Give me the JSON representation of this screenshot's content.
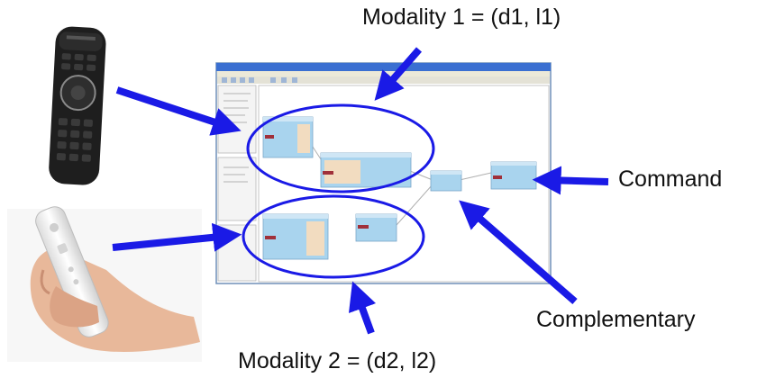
{
  "labels": {
    "modality1": "Modality 1 = (d1, l1)",
    "modality2": "Modality 2 = (d2, l2)",
    "command": "Command",
    "complementary": "Complementary"
  },
  "colors": {
    "arrow": "#1a1ae6",
    "ellipse": "#1a1ae6",
    "node_fill": "#a9d4ee",
    "node_header": "#cfe6f5",
    "window_title": "#3a6fd1",
    "remote_body": "#1e1e1e",
    "wiimote_body": "#f2f2f2",
    "skin": "#e8b89a"
  },
  "icons": {
    "remote": "tv-remote-control-photo",
    "wiimote": "wii-remote-in-hand-photo",
    "screenshot": "modality-editor-window-screenshot"
  }
}
